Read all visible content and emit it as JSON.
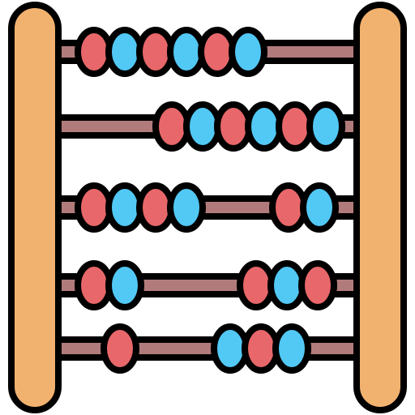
{
  "illustration": {
    "subject": "abacus-icon",
    "colors": {
      "frame": "#F2B26F",
      "rod": "#B27B7B",
      "bead_red": "#E8676A",
      "bead_blue": "#52C8F5",
      "outline": "#000000",
      "background": "#FFFFFF"
    },
    "rows": [
      {
        "beads": [
          "red",
          "blue",
          "red",
          "blue",
          "red",
          "blue"
        ]
      },
      {
        "beads": [
          "red",
          "blue",
          "red",
          "blue",
          "red",
          "blue"
        ]
      },
      {
        "beads": [
          "red",
          "blue",
          "red",
          "blue",
          "red",
          "blue"
        ]
      },
      {
        "beads": [
          "red",
          "blue",
          "red",
          "blue",
          "red"
        ]
      },
      {
        "beads": [
          "red",
          "blue",
          "red",
          "blue"
        ]
      }
    ]
  }
}
